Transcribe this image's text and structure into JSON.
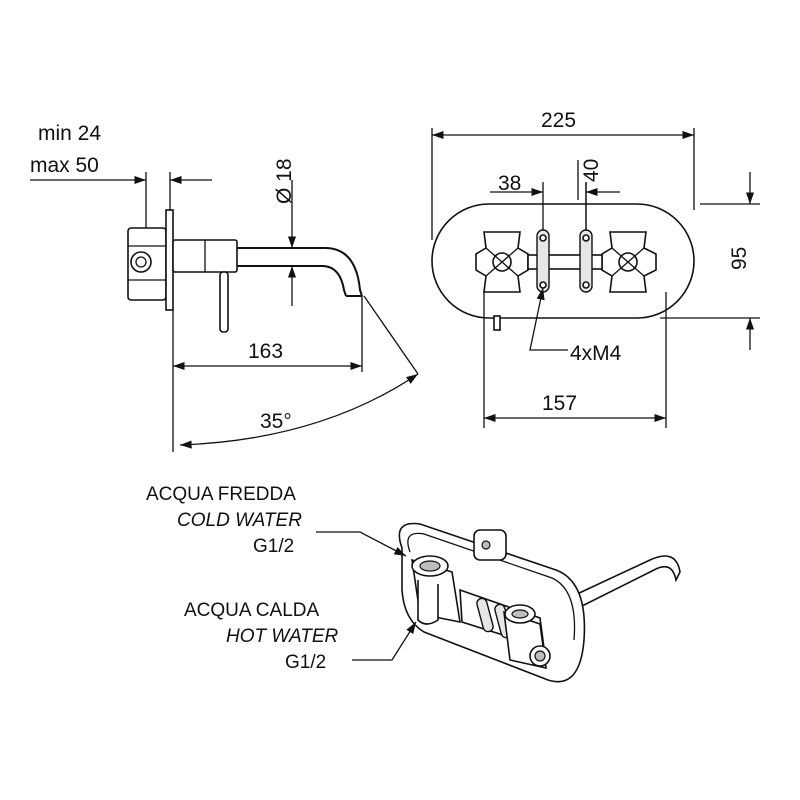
{
  "side_view": {
    "wall_min_label": "min 24",
    "wall_max_label": "max 50",
    "diameter_label": "Ø 18",
    "projection_label": "163",
    "angle_label": "35°"
  },
  "front_view": {
    "width_label": "225",
    "spacing_label": "38",
    "offset_label": "40",
    "height_label": "95",
    "screws_label": "4xM4",
    "body_width_label": "157"
  },
  "iso_view": {
    "cold": {
      "it_label": "ACQUA FREDDA",
      "en_label": "COLD WATER",
      "thread_label": "G1/2"
    },
    "hot": {
      "it_label": "ACQUA CALDA",
      "en_label": "HOT WATER",
      "thread_label": "G1/2"
    }
  }
}
